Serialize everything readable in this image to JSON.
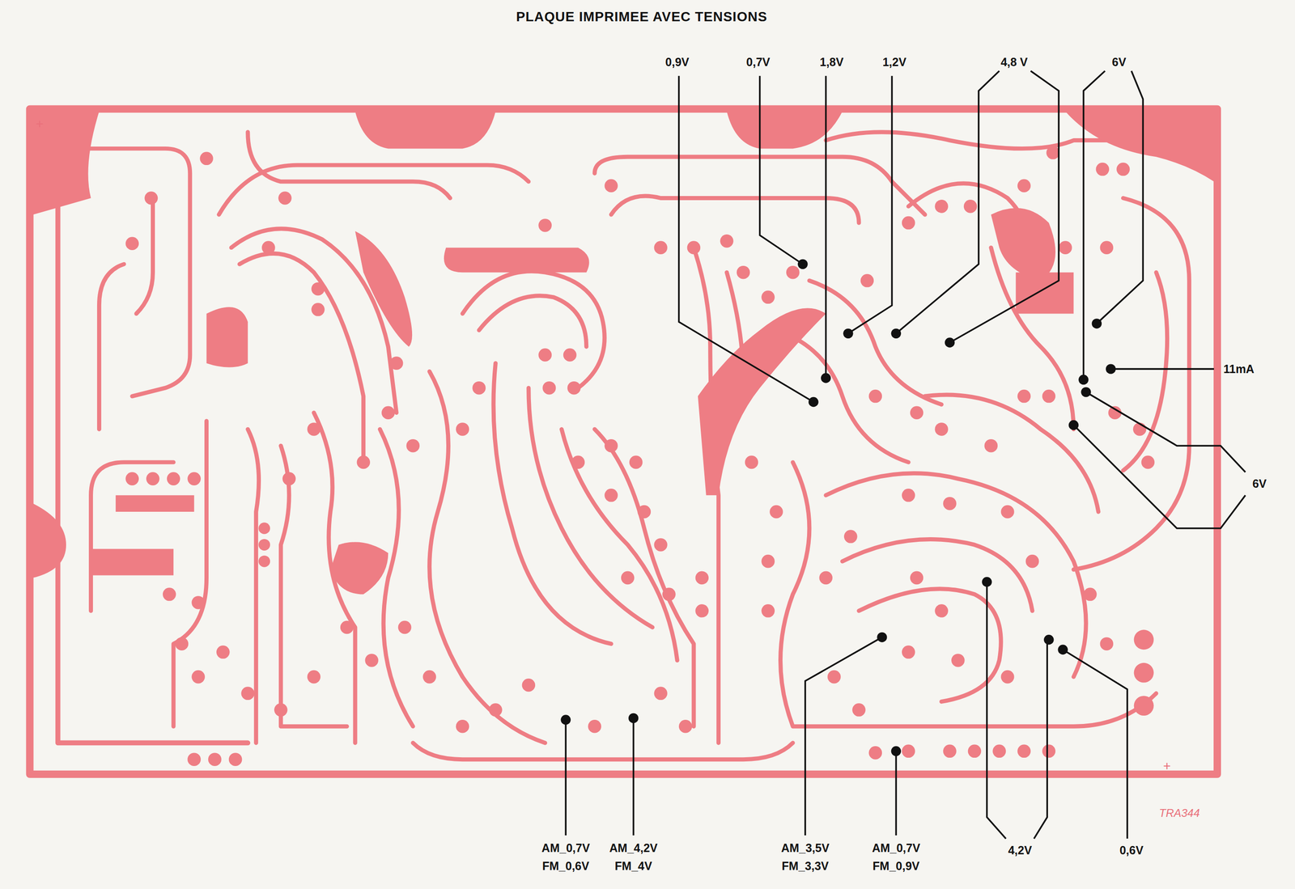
{
  "diagram": {
    "title": "PLAQUE IMPRIMEE AVEC TENSIONS",
    "labels": [
      "0,9V",
      "0,7V",
      "1,8V",
      "1,2V",
      "4,8 V",
      "6V",
      "11mA",
      "6V",
      "AM_0,7V",
      "FM_0,6V",
      "AM_4,2V",
      "FM_4V",
      "AM_3,5V",
      "FM_3,3V",
      "AM_0,7V",
      "FM_0,9V",
      "4,2V",
      "0,6V",
      "TRA344",
      "+",
      "+"
    ]
  }
}
